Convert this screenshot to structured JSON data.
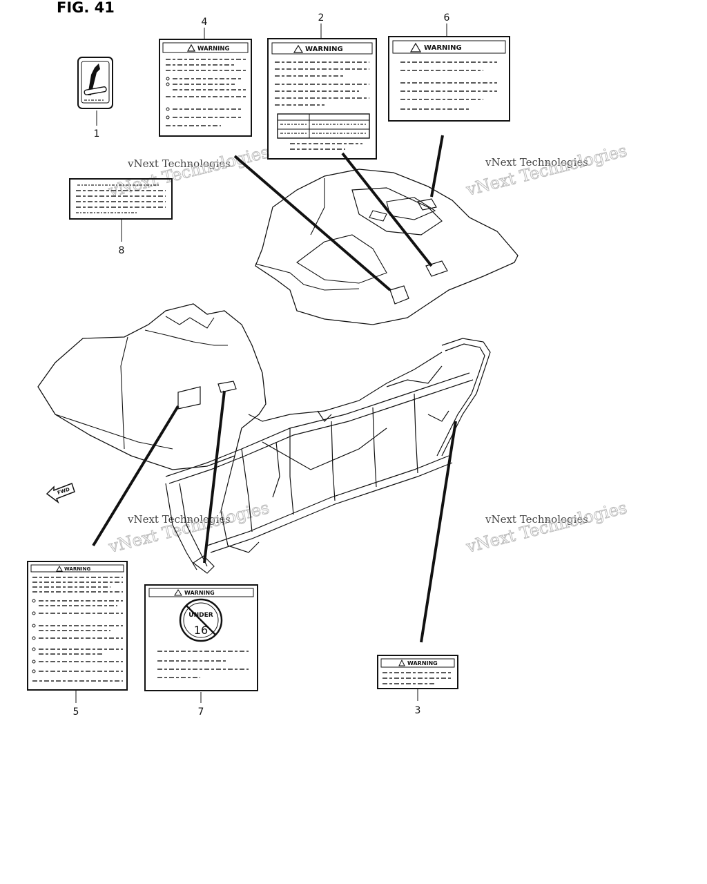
{
  "figure": {
    "title": "FIG. 41",
    "watermark_line1": "vNext Technologies",
    "watermark_line2": "vNext Technologies",
    "fwd_arrow_text": "FWD"
  },
  "labels": [
    {
      "id": "1",
      "warning_text": ""
    },
    {
      "id": "2",
      "warning_text": "WARNING"
    },
    {
      "id": "3",
      "warning_text": "WARNING"
    },
    {
      "id": "4",
      "warning_text": "WARNING"
    },
    {
      "id": "5",
      "warning_text": "WARNING"
    },
    {
      "id": "6",
      "warning_text": "WARNING"
    },
    {
      "id": "7",
      "warning_text": "WARNING",
      "badge_top": "UNDER",
      "badge_bottom": "16"
    },
    {
      "id": "8",
      "warning_text": ""
    }
  ]
}
